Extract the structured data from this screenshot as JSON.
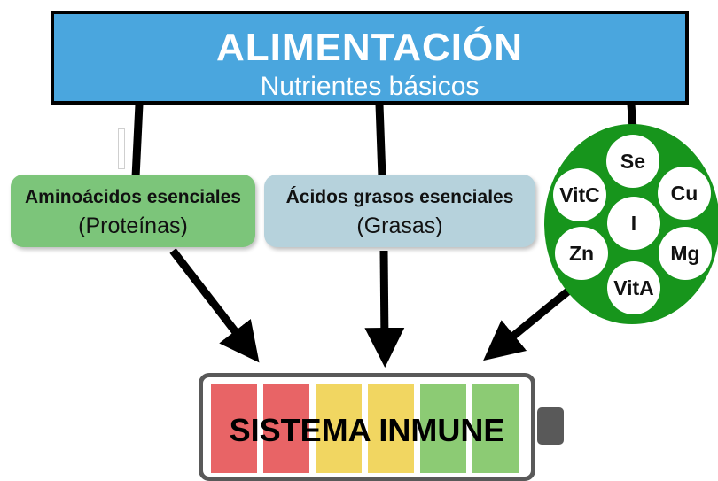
{
  "header": {
    "title": "ALIMENTACIÓN",
    "subtitle": "Nutrientes básicos"
  },
  "nutrients": {
    "amino": {
      "title": "Aminoácidos esenciales",
      "sub": "(Proteínas)"
    },
    "grasos": {
      "title": "Ácidos grasos esenciales",
      "sub": "(Grasas)"
    }
  },
  "micronutrients": [
    "Se",
    "VitC",
    "Cu",
    "I",
    "Zn",
    "Mg",
    "VitA"
  ],
  "battery": {
    "label": "SISTEMA INMUNE",
    "cell_colors": [
      "#e86466",
      "#e86466",
      "#f1d661",
      "#f1d661",
      "#8ccb74",
      "#8ccb74"
    ]
  },
  "colors": {
    "header": "#4aa6de",
    "amino_box": "#7cc57a",
    "grasos_box": "#b6d2dc",
    "micro_circle": "#17951c",
    "battery_frame": "#595959"
  }
}
